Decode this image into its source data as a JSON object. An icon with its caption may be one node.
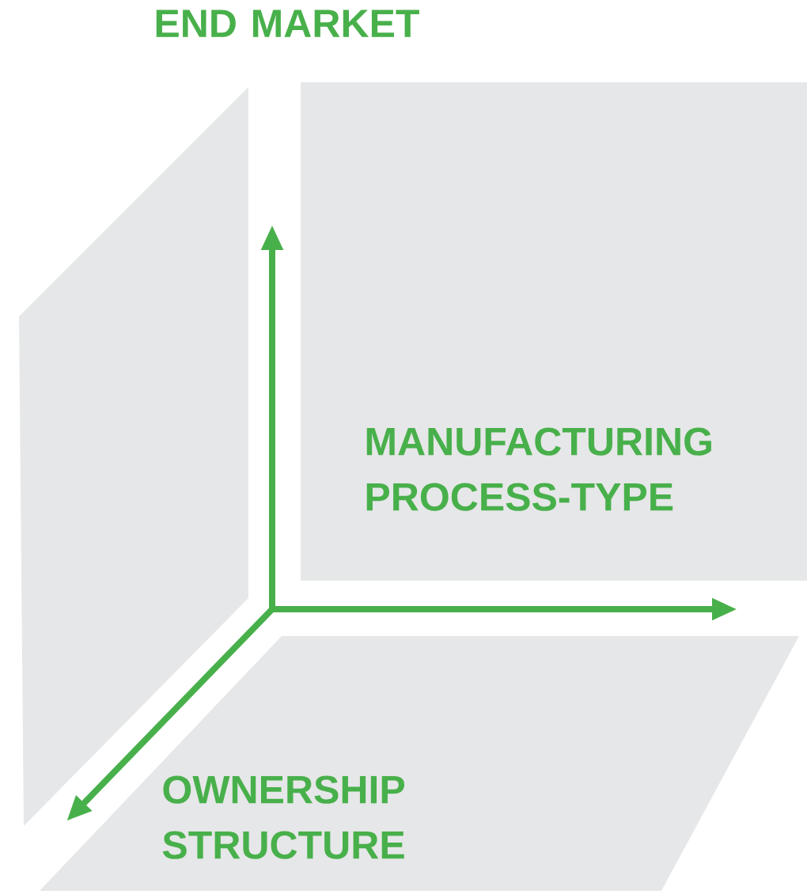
{
  "diagram": {
    "labels": [
      "END MARKET",
      "MANUFACTURING PROCESS-TYPE",
      "OWNERSHIP STRUCTURE"
    ]
  }
}
